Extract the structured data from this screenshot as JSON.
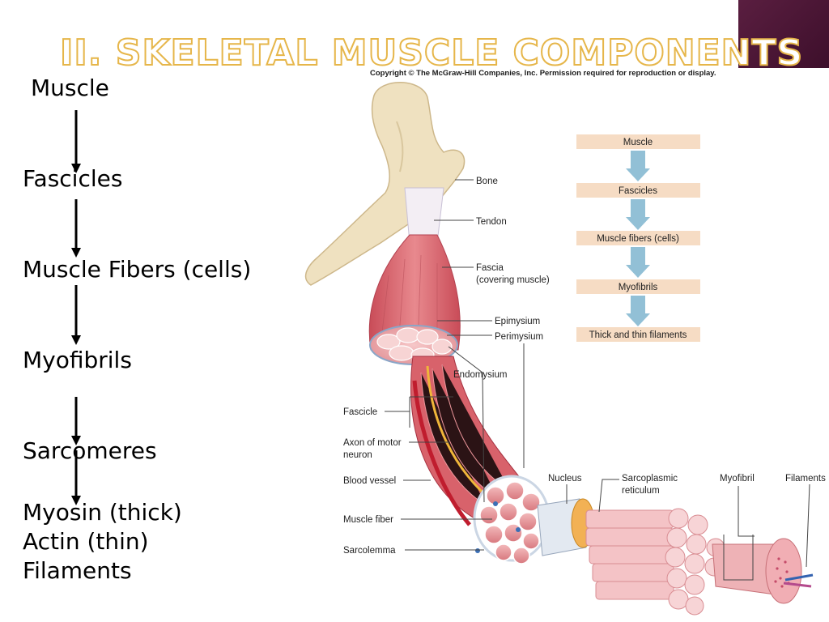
{
  "title": "II. Skeletal Muscle Components",
  "copyright": "Copyright © The McGraw-Hill Companies, Inc. Permission required for reproduction or display.",
  "hierarchy": {
    "muscle": "Muscle",
    "fascicles": "Fascicles",
    "fibers": "Muscle Fibers (cells)",
    "myofibrils": "Myofibrils",
    "sarcomeres": "Sarcomeres",
    "myosin": "Myosin (thick)",
    "actin": "Actin (thin)",
    "filaments": "Filaments"
  },
  "flowchart": {
    "steps": [
      "Muscle",
      "Fascicles",
      "Muscle fibers (cells)",
      "Myofibrils",
      "Thick and thin filaments"
    ]
  },
  "diagram_labels": {
    "bone": "Bone",
    "tendon": "Tendon",
    "fascia": "Fascia",
    "fascia_note": "(covering muscle)",
    "epimysium": "Epimysium",
    "perimysium": "Perimysium",
    "endomysium": "Endomysium",
    "fascicle": "Fascicle",
    "axon": "Axon of motor",
    "axon_note": "neuron",
    "blood_vessel": "Blood vessel",
    "muscle_fiber": "Muscle fiber",
    "sarcolemma": "Sarcolemma",
    "nucleus": "Nucleus",
    "sarcoplasmic": "Sarcoplasmic",
    "sarcoplasmic_note": "reticulum",
    "myofibril": "Myofibril",
    "filaments": "Filaments"
  },
  "colors": {
    "title_outline": "#e6b64a",
    "corner_box": "#4a1535",
    "flow_box": "#f5dcc4",
    "flow_arrow": "#8fc0d6",
    "bone": "#f0e3c2",
    "muscle": "#e5868a"
  }
}
